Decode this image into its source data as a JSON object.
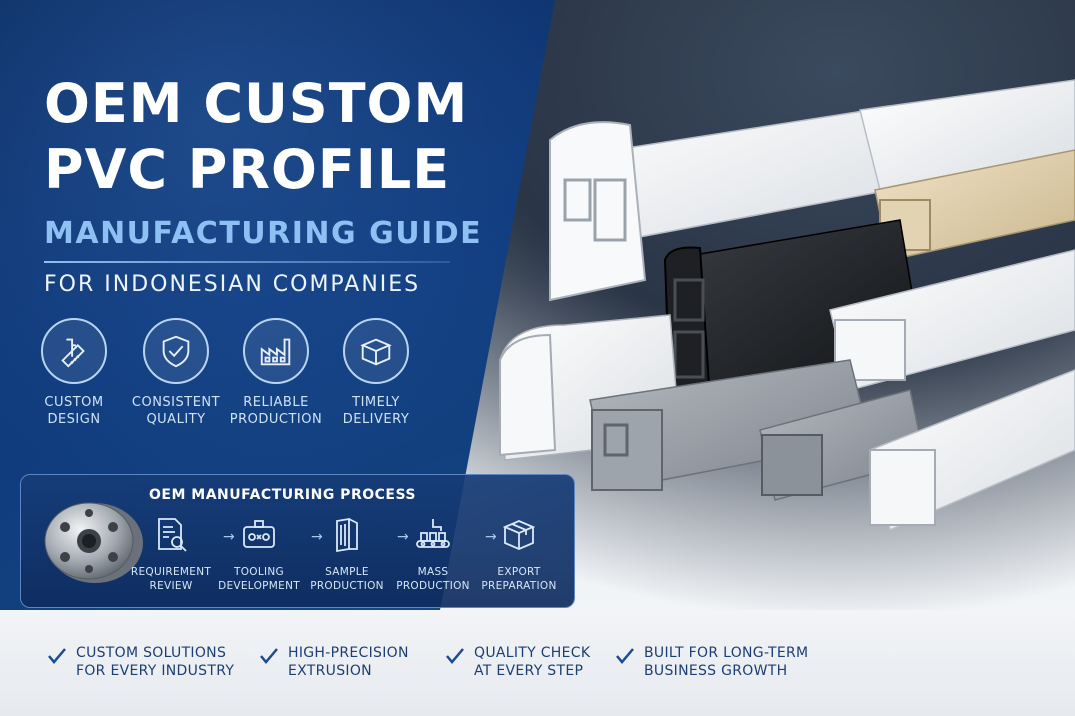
{
  "title": {
    "line1": "OEM CUSTOM",
    "line2": "PVC PROFILE",
    "line3": "MANUFACTURING GUIDE",
    "line4": "FOR INDONESIAN COMPANIES"
  },
  "features": [
    {
      "label": "CUSTOM\nDESIGN",
      "icon": "caliper-ruler-icon"
    },
    {
      "label": "CONSISTENT\nQUALITY",
      "icon": "shield-check-icon"
    },
    {
      "label": "RELIABLE\nPRODUCTION",
      "icon": "factory-icon"
    },
    {
      "label": "TIMELY\nDELIVERY",
      "icon": "box-icon"
    }
  ],
  "process": {
    "title": "OEM MANUFACTURING PROCESS",
    "steps": [
      {
        "label": "REQUIREMENT\nREVIEW",
        "icon": "document-search-icon"
      },
      {
        "label": "TOOLING\nDEVELOPMENT",
        "icon": "die-tool-icon"
      },
      {
        "label": "SAMPLE\nPRODUCTION",
        "icon": "profile-sample-icon"
      },
      {
        "label": "MASS\nPRODUCTION",
        "icon": "conveyor-icon"
      },
      {
        "label": "EXPORT\nPREPARATION",
        "icon": "package-icon"
      }
    ]
  },
  "checks": [
    {
      "text": "CUSTOM SOLUTIONS\nFOR EVERY INDUSTRY"
    },
    {
      "text": "HIGH-PRECISION\nEXTRUSION"
    },
    {
      "text": "QUALITY CHECK\nAT EVERY STEP"
    },
    {
      "text": "BUILT FOR LONG-TERM\nBUSINESS GROWTH"
    }
  ],
  "colors": {
    "panel_blue": "#0f3a7c",
    "accent_light_blue": "#8fc0f4",
    "check_blue": "#1c3f75"
  }
}
